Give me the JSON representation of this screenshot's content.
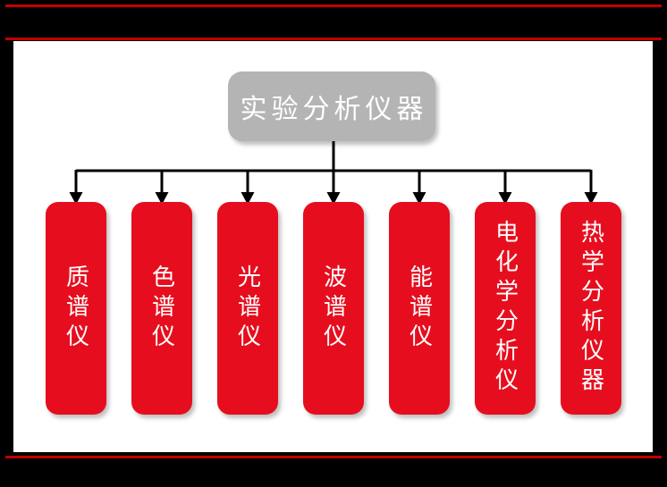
{
  "frame": {
    "background_color": "#000000",
    "accent_line_color": "#c00000",
    "canvas_color": "#ffffff"
  },
  "diagram": {
    "root": {
      "label": "实验分析仪器",
      "bg_color": "#b4b4b4",
      "text_color": "#ffffff"
    },
    "connector_color": "#000000",
    "node_bg_color": "#e60e1e",
    "node_text_color": "#ffffff",
    "nodes": [
      {
        "label": "质谱仪"
      },
      {
        "label": "色谱仪"
      },
      {
        "label": "光谱仪"
      },
      {
        "label": "波谱仪"
      },
      {
        "label": "能谱仪"
      },
      {
        "label": "电化学分析仪"
      },
      {
        "label": "热学分析仪器"
      }
    ]
  }
}
